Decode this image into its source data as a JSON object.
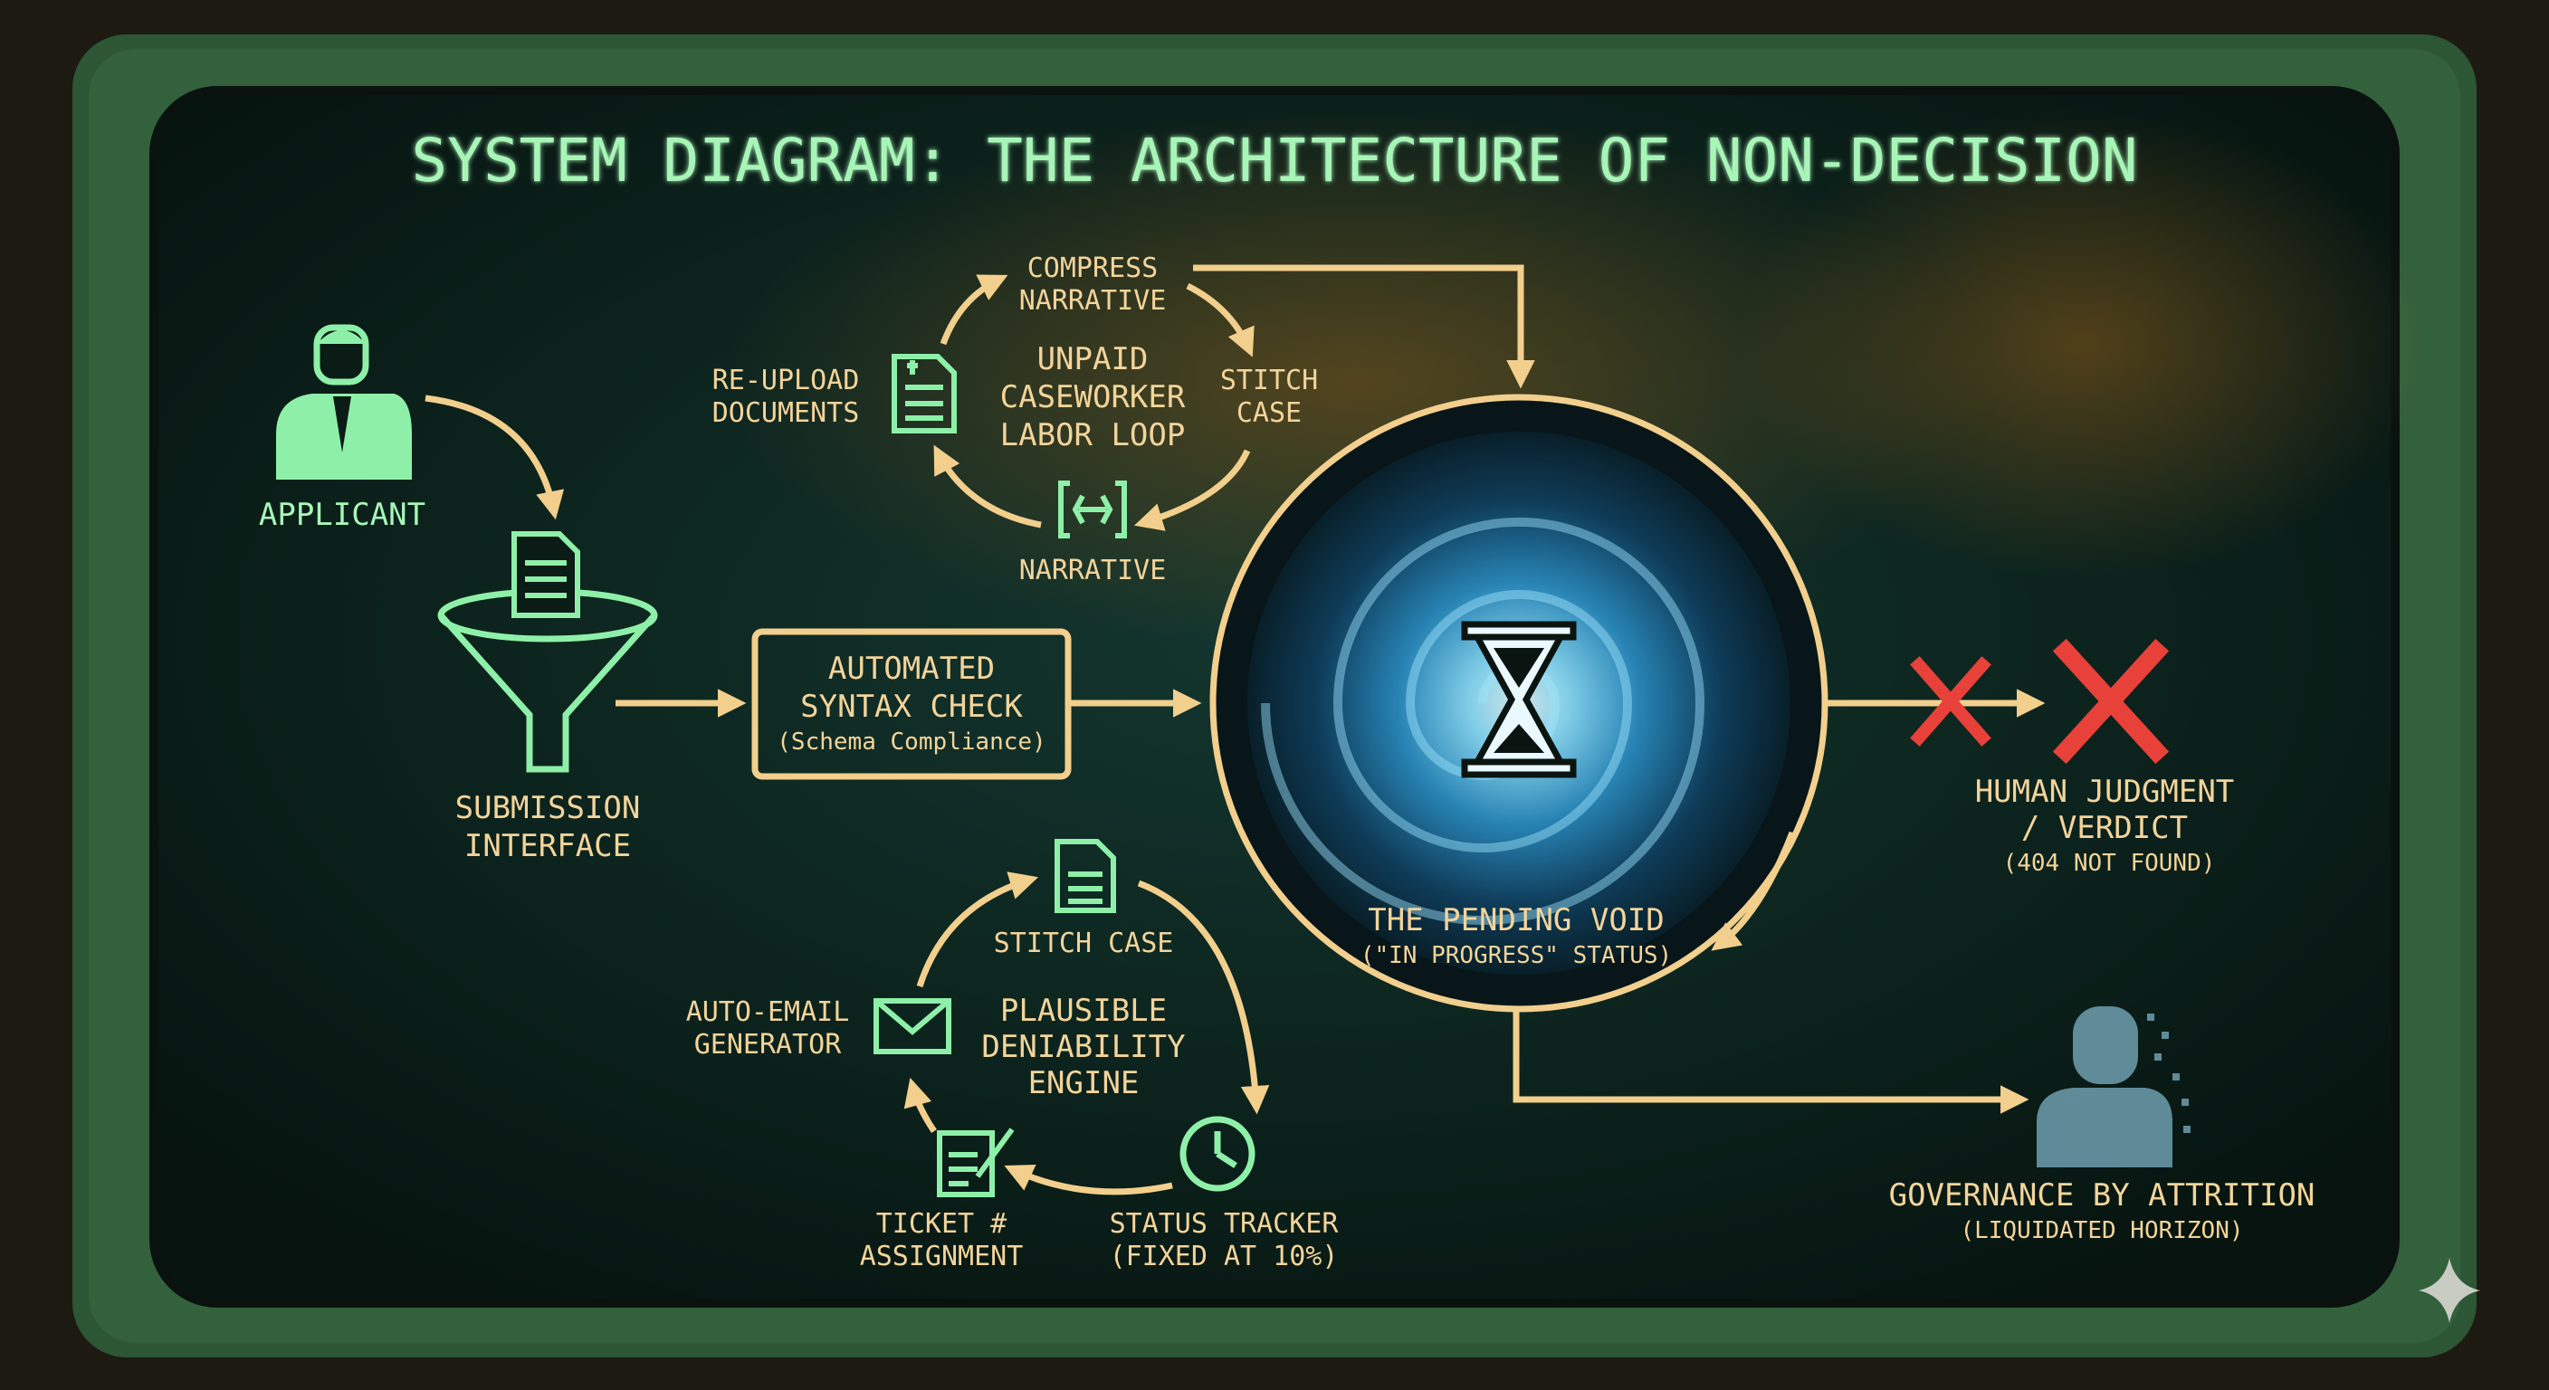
{
  "title": "SYSTEM DIAGRAM: THE ARCHITECTURE OF NON-DECISION",
  "colors": {
    "bezel": "#2f5a37",
    "screen": "#0b1b16",
    "green": "#8ef0a8",
    "amber": "#f3d49a",
    "arrow": "#f2cf8c",
    "red": "#e8413a",
    "vortex": "#5ac8f0"
  },
  "nodes": {
    "applicant": {
      "label": "APPLICANT"
    },
    "submission": {
      "line1": "SUBMISSION",
      "line2": "INTERFACE"
    },
    "syntax": {
      "line1": "AUTOMATED",
      "line2": "SYNTAX CHECK",
      "line3": "(Schema Compliance)"
    },
    "void": {
      "line1": "THE PENDING VOID",
      "line2": "(\"IN PROGRESS\" STATUS)"
    },
    "verdict": {
      "line1": "HUMAN JUDGMENT",
      "line2": "/ VERDICT",
      "line3": "(404 NOT FOUND)"
    },
    "attrition": {
      "line1": "GOVERNANCE BY ATTRITION",
      "line2": "(LIQUIDATED HORIZON)"
    }
  },
  "labor_loop": {
    "center": [
      "UNPAID",
      "CASEWORKER",
      "LABOR LOOP"
    ],
    "compress": [
      "COMPRESS",
      "NARRATIVE"
    ],
    "stitch": [
      "STITCH",
      "CASE"
    ],
    "narrative": "NARRATIVE",
    "reupload": [
      "RE-UPLOAD",
      "DOCUMENTS"
    ]
  },
  "deniability": {
    "center": [
      "PLAUSIBLE",
      "DENIABILITY",
      "ENGINE"
    ],
    "stitch": "STITCH CASE",
    "email": [
      "AUTO-EMAIL",
      "GENERATOR"
    ],
    "ticket": [
      "TICKET #",
      "ASSIGNMENT"
    ],
    "status": [
      "STATUS TRACKER",
      "(FIXED AT 10%)"
    ]
  },
  "icons": [
    "person-icon",
    "document-icon",
    "funnel-icon",
    "hourglass-icon",
    "x-mark-icon",
    "envelope-icon",
    "clock-icon",
    "notepad-icon",
    "bracket-icon",
    "sparkle-icon"
  ]
}
